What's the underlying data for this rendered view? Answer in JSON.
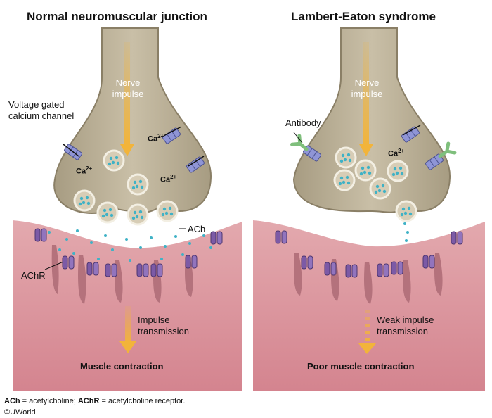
{
  "panels": {
    "normal": {
      "title": "Normal neuromuscular junction",
      "nerve_impulse": [
        "Nerve",
        "impulse"
      ],
      "vgcc_label": [
        "Voltage gated",
        "calcium channel"
      ],
      "ca_label": "Ca",
      "ca_charge": "2+",
      "ach_label": "ACh",
      "achr_label": "AChR",
      "transmission": [
        "Impulse",
        "transmission"
      ],
      "result": "Muscle contraction"
    },
    "lambert_eaton": {
      "title": "Lambert-Eaton syndrome",
      "nerve_impulse": [
        "Nerve",
        "impulse"
      ],
      "antibody_label": "Antibody",
      "ca_label": "Ca",
      "ca_charge": "2+",
      "transmission": [
        "Weak impulse",
        "transmission"
      ],
      "result": "Poor muscle contraction"
    }
  },
  "footer": {
    "ach_abbr": "ACh",
    "ach_def": " = acetylcholine; ",
    "achr_abbr": "AChR",
    "achr_def": " = acetylcholine receptor.",
    "copyright": "©UWorld"
  },
  "colors": {
    "nerve": "#b9ae95",
    "nerve_outline": "#8a7f66",
    "muscle": "#d9949c",
    "muscle_dark": "#a85e69",
    "receptor": "#7c5aa6",
    "channel": "#8f95d6",
    "antibody": "#8cc68b",
    "arrow": "#f2b43a",
    "ach_dot": "#3fb2c6"
  }
}
